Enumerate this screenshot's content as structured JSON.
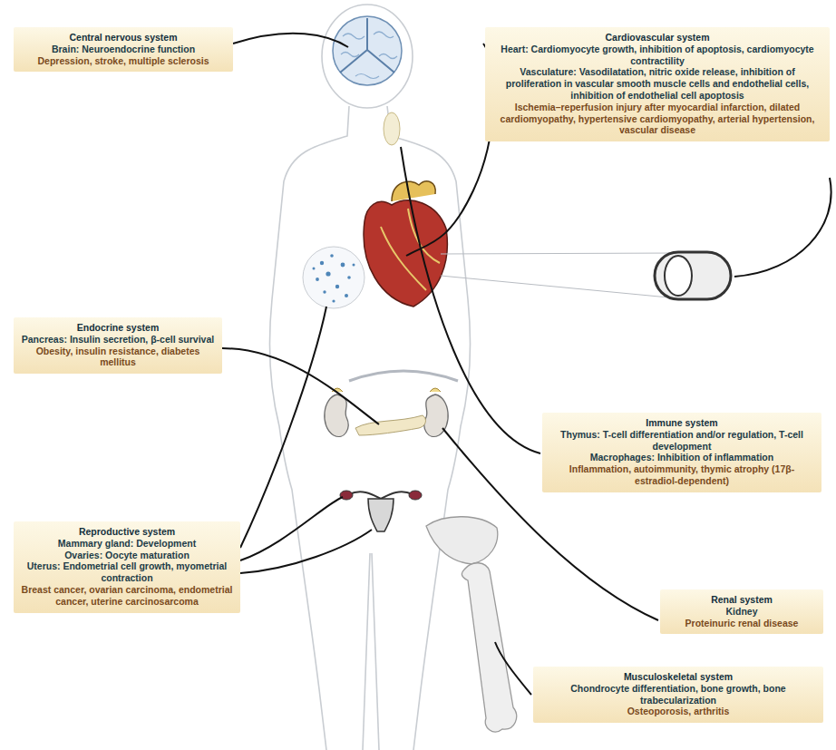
{
  "diagram": {
    "nodes": [
      {
        "text": [
          "Central nervous system",
          "Brain: Neuroendocrine function",
          "Depression, stroke, multiple sclerosis"
        ]
      },
      {
        "text": [
          "Cardiovascular system",
          "Heart: Cardiomyocyte growth, inhibition of apoptosis, cardiomyocyte contractility",
          "Vasculature: Vasodilatation, nitric oxide release, inhibition of proliferation in vascular smooth muscle cells and endothelial cells, inhibition of endothelial cell apoptosis",
          "Ischemia–reperfusion injury after myocardial infarction, dilated cardiomyopathy, hypertensive cardiomyopathy, arterial hypertension, vascular disease"
        ]
      },
      {
        "text": [
          "Endocrine system",
          "Pancreas: Insulin secretion, β-cell survival",
          "Obesity, insulin resistance, diabetes mellitus"
        ]
      },
      {
        "text": [
          "Immune system",
          "Thymus: T-cell differentiation and/or regulation, T-cell development",
          "Macrophages: Inhibition of inflammation",
          "Inflammation, autoimmunity, thymic atrophy (17β-estradiol-dependent)"
        ]
      },
      {
        "text": [
          "Reproductive system",
          "Mammary gland: Development",
          "Ovaries: Oocyte maturation",
          "Uterus: Endometrial cell growth, myometrial contraction",
          "Breast cancer, ovarian carcinoma, endometrial cancer, uterine carcinosarcoma"
        ]
      },
      {
        "text": [
          "Renal system",
          "Kidney",
          "Proteinuric renal disease"
        ]
      },
      {
        "text": [
          "Musculoskeletal system",
          "Chondrocyte differentiation, bone growth, bone trabecularization",
          "Osteoporosis, arthritis"
        ]
      }
    ]
  }
}
